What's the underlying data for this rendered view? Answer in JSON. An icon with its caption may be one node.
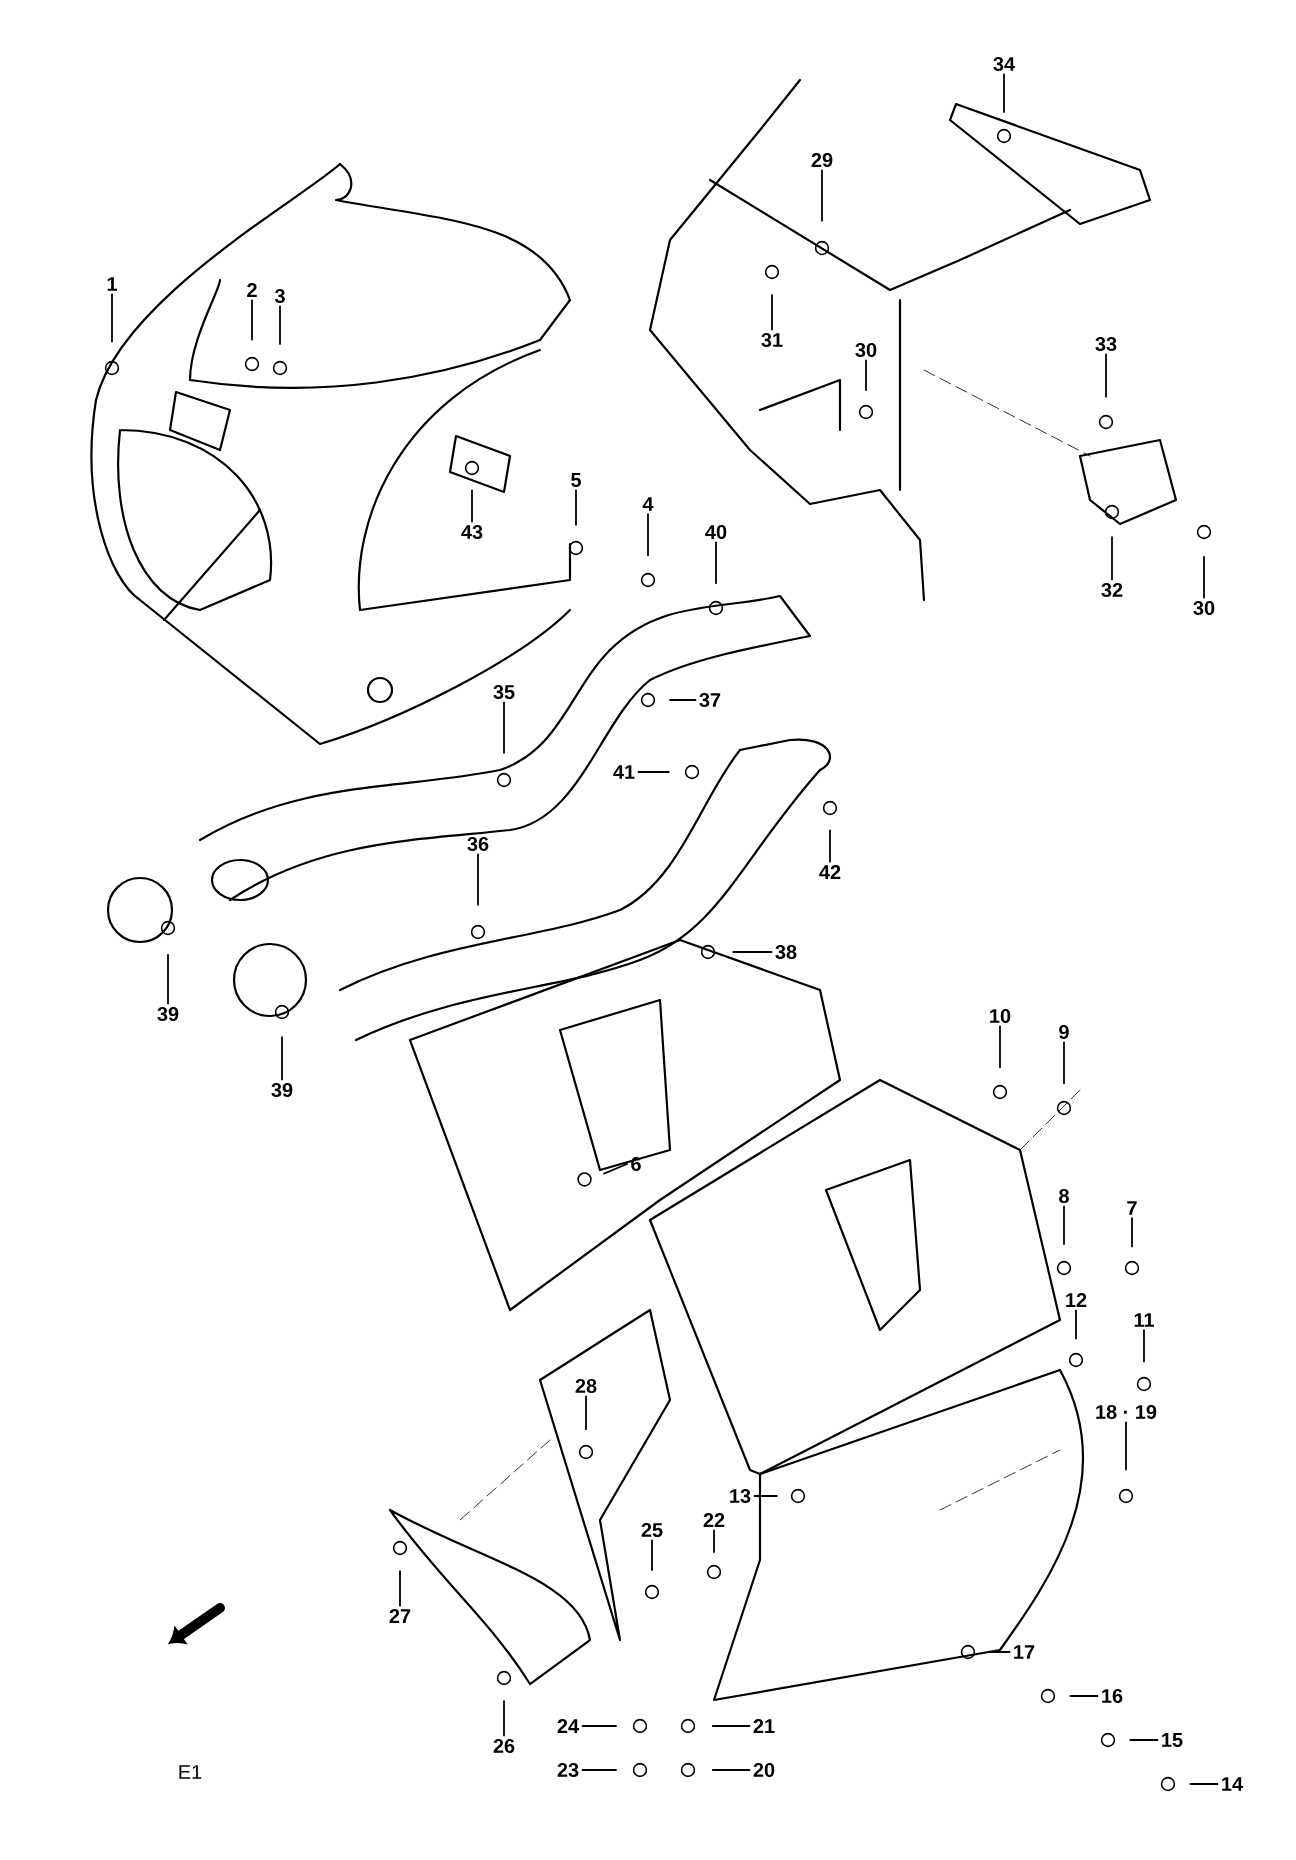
{
  "diagram": {
    "nodes": [
      {
        "text": [
          "34"
        ]
      },
      {
        "text": [
          "29"
        ]
      },
      {
        "text": [
          "1"
        ]
      },
      {
        "text": [
          "2"
        ]
      },
      {
        "text": [
          "3"
        ]
      },
      {
        "text": [
          "31"
        ]
      },
      {
        "text": [
          "30"
        ]
      },
      {
        "text": [
          "33"
        ]
      },
      {
        "text": [
          "5"
        ]
      },
      {
        "text": [
          "4"
        ]
      },
      {
        "text": [
          "43"
        ]
      },
      {
        "text": [
          "40"
        ]
      },
      {
        "text": [
          "32"
        ]
      },
      {
        "text": [
          "30"
        ]
      },
      {
        "text": [
          "35"
        ]
      },
      {
        "text": [
          "37"
        ]
      },
      {
        "text": [
          "41"
        ]
      },
      {
        "text": [
          "36"
        ]
      },
      {
        "text": [
          "42"
        ]
      },
      {
        "text": [
          "38"
        ]
      },
      {
        "text": [
          "39"
        ]
      },
      {
        "text": [
          "10"
        ]
      },
      {
        "text": [
          "9"
        ]
      },
      {
        "text": [
          "39"
        ]
      },
      {
        "text": [
          "6"
        ]
      },
      {
        "text": [
          "8"
        ]
      },
      {
        "text": [
          "7"
        ]
      },
      {
        "text": [
          "12"
        ]
      },
      {
        "text": [
          "11"
        ]
      },
      {
        "text": [
          "28"
        ]
      },
      {
        "text": [
          "18 · 19"
        ]
      },
      {
        "text": [
          "13"
        ]
      },
      {
        "text": [
          "22"
        ]
      },
      {
        "text": [
          "25"
        ]
      },
      {
        "text": [
          "27"
        ]
      },
      {
        "text": [
          "17"
        ]
      },
      {
        "text": [
          "16"
        ]
      },
      {
        "text": [
          "15"
        ]
      },
      {
        "text": [
          "14"
        ]
      },
      {
        "text": [
          "24"
        ]
      },
      {
        "text": [
          "21"
        ]
      },
      {
        "text": [
          "26"
        ]
      },
      {
        "text": [
          "23"
        ]
      },
      {
        "text": [
          "20"
        ]
      }
    ],
    "edges": [
      {
        "from": 0,
        "to": null,
        "arrow": "none"
      },
      {
        "from": 1,
        "to": null,
        "arrow": "none"
      },
      {
        "from": 2,
        "to": null,
        "arrow": "none"
      },
      {
        "from": 3,
        "to": null,
        "arrow": "none"
      },
      {
        "from": 4,
        "to": null,
        "arrow": "none"
      },
      {
        "from": 5,
        "to": null,
        "arrow": "none"
      },
      {
        "from": 6,
        "to": null,
        "arrow": "none"
      },
      {
        "from": 7,
        "to": null,
        "arrow": "none"
      },
      {
        "from": 8,
        "to": null,
        "arrow": "none"
      },
      {
        "from": 9,
        "to": null,
        "arrow": "none"
      },
      {
        "from": 10,
        "to": null,
        "arrow": "none"
      },
      {
        "from": 11,
        "to": null,
        "arrow": "none"
      },
      {
        "from": 12,
        "to": null,
        "arrow": "none"
      },
      {
        "from": 13,
        "to": null,
        "arrow": "none"
      },
      {
        "from": 14,
        "to": null,
        "arrow": "none"
      },
      {
        "from": 15,
        "to": null,
        "arrow": "none"
      },
      {
        "from": 16,
        "to": null,
        "arrow": "none"
      },
      {
        "from": 17,
        "to": null,
        "arrow": "none"
      },
      {
        "from": 18,
        "to": null,
        "arrow": "none"
      },
      {
        "from": 19,
        "to": null,
        "arrow": "none"
      },
      {
        "from": 20,
        "to": null,
        "arrow": "none"
      },
      {
        "from": 21,
        "to": null,
        "arrow": "none"
      },
      {
        "from": 22,
        "to": null,
        "arrow": "none"
      },
      {
        "from": 23,
        "to": null,
        "arrow": "none"
      },
      {
        "from": 24,
        "to": null,
        "arrow": "none"
      },
      {
        "from": 25,
        "to": null,
        "arrow": "none"
      },
      {
        "from": 26,
        "to": null,
        "arrow": "none"
      },
      {
        "from": 27,
        "to": null,
        "arrow": "none"
      },
      {
        "from": 28,
        "to": null,
        "arrow": "none"
      },
      {
        "from": 29,
        "to": null,
        "arrow": "none"
      },
      {
        "from": 30,
        "to": null,
        "arrow": "none"
      },
      {
        "from": 31,
        "to": null,
        "arrow": "none"
      },
      {
        "from": 32,
        "to": null,
        "arrow": "none"
      },
      {
        "from": 33,
        "to": null,
        "arrow": "none"
      },
      {
        "from": 34,
        "to": null,
        "arrow": "none"
      },
      {
        "from": 35,
        "to": null,
        "arrow": "none"
      },
      {
        "from": 36,
        "to": null,
        "arrow": "none"
      },
      {
        "from": 37,
        "to": null,
        "arrow": "none"
      },
      {
        "from": 38,
        "to": null,
        "arrow": "none"
      },
      {
        "from": 39,
        "to": null,
        "arrow": "none"
      },
      {
        "from": 40,
        "to": null,
        "arrow": "none"
      },
      {
        "from": 41,
        "to": null,
        "arrow": "none"
      },
      {
        "from": 42,
        "to": null,
        "arrow": "none"
      },
      {
        "from": 43,
        "to": null,
        "arrow": "none"
      }
    ],
    "labels": [
      "E1"
    ]
  }
}
